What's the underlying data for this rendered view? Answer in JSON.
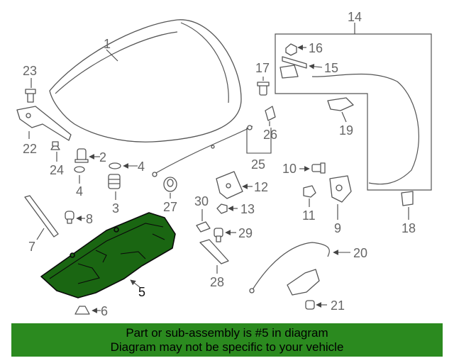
{
  "diagram": {
    "highlight_color": "#1a6612",
    "callouts": [
      "1",
      "2",
      "3",
      "4",
      "4",
      "5",
      "6",
      "7",
      "8",
      "9",
      "10",
      "11",
      "12",
      "13",
      "14",
      "15",
      "16",
      "17",
      "18",
      "19",
      "20",
      "21",
      "22",
      "23",
      "24",
      "25",
      "26",
      "27",
      "28",
      "29",
      "30"
    ]
  },
  "banner": {
    "line1": "Part or sub-assembly is #5 in diagram",
    "line2": "Diagram may not be specific to your vehicle",
    "color": "#2b8a1f"
  }
}
